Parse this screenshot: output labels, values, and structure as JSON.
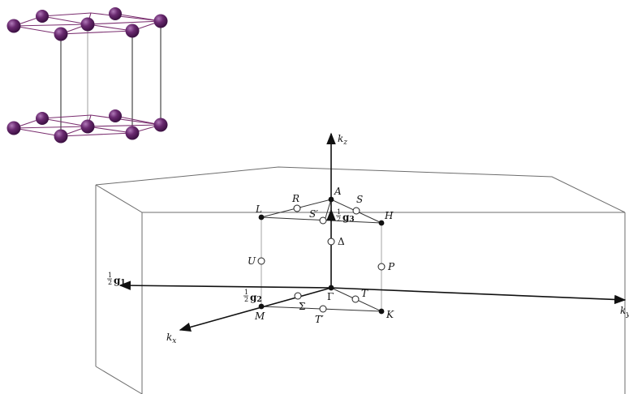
{
  "colors": {
    "atom": "#5a1d5e",
    "atom_highlight": "#b07ab8",
    "bond": "#7a2e6f",
    "zone_edge": "#6d6d6d",
    "axis": "#111111"
  },
  "axes": {
    "kz": {
      "k": "k",
      "sub": "z"
    },
    "ky": {
      "k": "k",
      "sub": "y"
    },
    "kx": {
      "k": "k",
      "sub": "x"
    },
    "g1": {
      "frac_num": "1",
      "frac_den": "2",
      "g": "g",
      "sub": "1"
    },
    "g2": {
      "frac_num": "1",
      "frac_den": "2",
      "g": "g",
      "sub": "2"
    },
    "g3": {
      "frac_num": "1",
      "frac_den": "2",
      "g": "g",
      "sub": "3"
    }
  },
  "points": {
    "A": "A",
    "L": "L",
    "H": "H",
    "M": "M",
    "K": "K",
    "Gamma": "Γ",
    "R": "R",
    "S": "S",
    "S_prime": "S′",
    "U": "U",
    "P": "P",
    "Delta": "Δ",
    "Sigma": "Σ",
    "T": "T",
    "T_prime": "T′"
  }
}
